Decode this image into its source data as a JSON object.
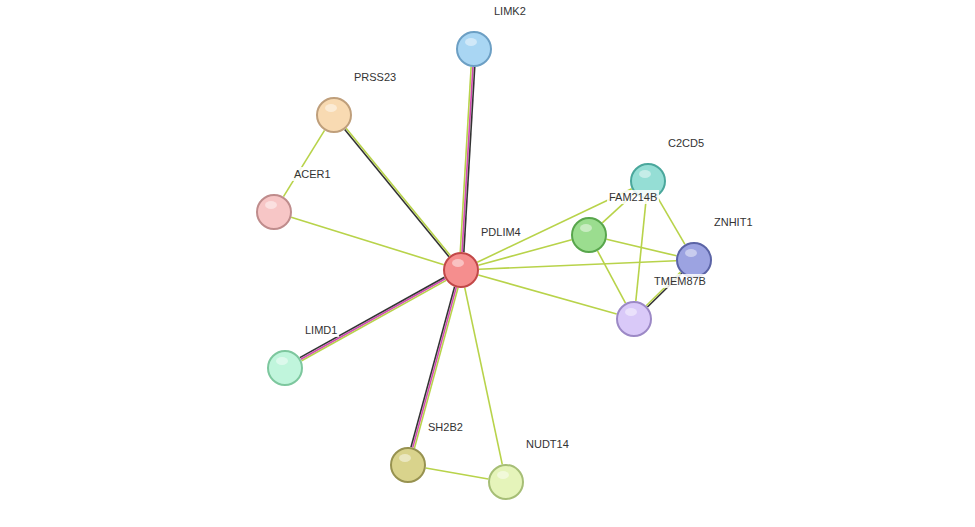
{
  "diagram": {
    "nodes": [
      {
        "text": [
          "LIMK2"
        ]
      },
      {
        "text": [
          "PRSS23"
        ]
      },
      {
        "text": [
          "ACER1"
        ]
      },
      {
        "text": [
          "C2CD5"
        ]
      },
      {
        "text": [
          "FAM214B"
        ]
      },
      {
        "text": [
          "ZNHIT1"
        ]
      },
      {
        "text": [
          "PDLIM4"
        ]
      },
      {
        "text": [
          "TMEM87B"
        ]
      },
      {
        "text": [
          "LIMD1"
        ]
      },
      {
        "text": [
          "SH2B2"
        ]
      },
      {
        "text": [
          "NUDT14"
        ]
      }
    ],
    "edges": [
      {
        "from": 6,
        "to": 0,
        "arrow": "none"
      },
      {
        "from": 6,
        "to": 1,
        "arrow": "none"
      },
      {
        "from": 1,
        "to": 2,
        "arrow": "none"
      },
      {
        "from": 6,
        "to": 2,
        "arrow": "none"
      },
      {
        "from": 6,
        "to": 8,
        "arrow": "none"
      },
      {
        "from": 6,
        "to": 9,
        "arrow": "none"
      },
      {
        "from": 6,
        "to": 10,
        "arrow": "none"
      },
      {
        "from": 9,
        "to": 10,
        "arrow": "none"
      },
      {
        "from": 6,
        "to": 3,
        "arrow": "none"
      },
      {
        "from": 6,
        "to": 4,
        "arrow": "none"
      },
      {
        "from": 6,
        "to": 5,
        "arrow": "none"
      },
      {
        "from": 6,
        "to": 7,
        "arrow": "none"
      },
      {
        "from": 3,
        "to": 4,
        "arrow": "none"
      },
      {
        "from": 3,
        "to": 5,
        "arrow": "none"
      },
      {
        "from": 3,
        "to": 7,
        "arrow": "none"
      },
      {
        "from": 4,
        "to": 5,
        "arrow": "none"
      },
      {
        "from": 4,
        "to": 7,
        "arrow": "none"
      },
      {
        "from": 5,
        "to": 7,
        "arrow": "none"
      }
    ]
  }
}
